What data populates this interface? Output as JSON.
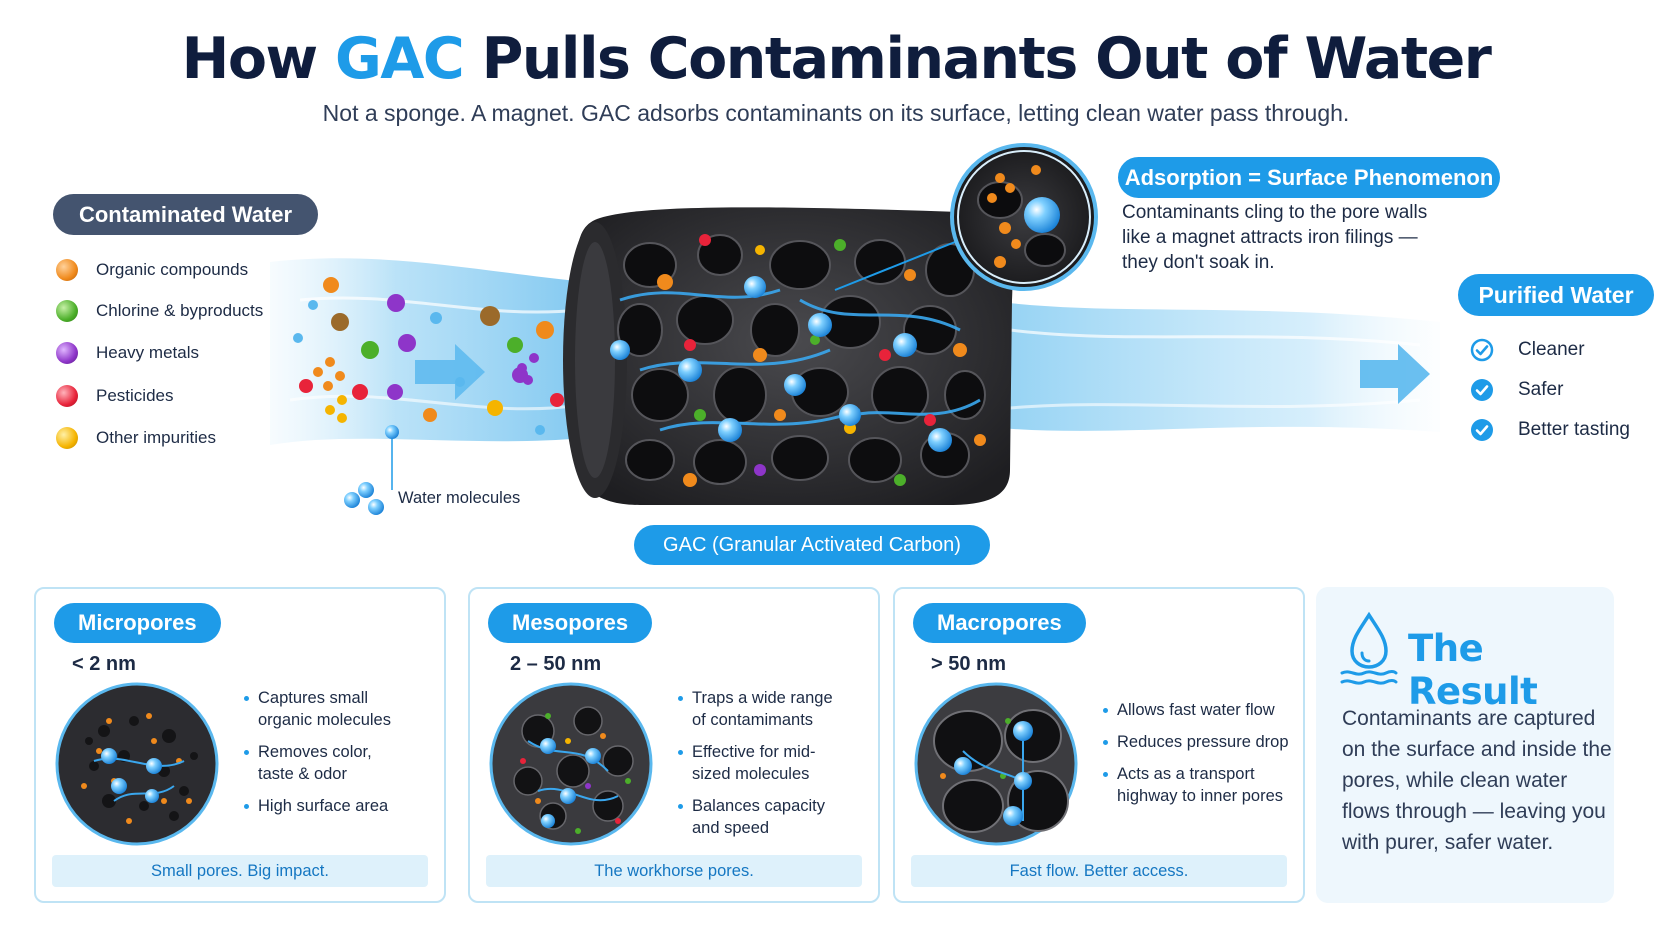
{
  "header": {
    "title_prefix": "How ",
    "title_accent": "GAC",
    "title_suffix": " Pulls Contaminants Out of Water",
    "subtitle": "Not a sponge. A magnet. GAC adsorbs contaminants on its surface, letting clean water pass through."
  },
  "contaminated": {
    "label": "Contaminated Water",
    "items": [
      {
        "label": "Organic compounds",
        "color": "#f08a1c"
      },
      {
        "label": "Chlorine & byproducts",
        "color": "#4caf2a"
      },
      {
        "label": "Heavy metals",
        "color": "#8e35c9"
      },
      {
        "label": "Pesticides",
        "color": "#e8233a"
      },
      {
        "label": "Other impurities",
        "color": "#f5b400"
      }
    ],
    "water_molecules_label": "Water molecules"
  },
  "gac_label": "GAC (Granular Activated Carbon)",
  "adsorption": {
    "title": "Adsorption = Surface Phenomenon",
    "lines": [
      "Contaminants cling to the pore walls",
      "like a magnet attracts iron filings —",
      "they don't soak in."
    ]
  },
  "purified": {
    "label": "Purified Water",
    "items": [
      "Cleaner",
      "Safer",
      "Better tasting"
    ]
  },
  "pores": [
    {
      "title": "Micropores",
      "size": "< 2 nm",
      "bullets": [
        "Captures small organic molecules",
        "Removes color, taste & odor",
        "High surface area"
      ],
      "footer": "Small pores. Big impact."
    },
    {
      "title": "Mesopores",
      "size": "2 – 50 nm",
      "bullets": [
        "Traps a wide range of contamimants",
        "Effective for mid-sized molecules",
        "Balances capacity and speed"
      ],
      "footer": "The workhorse pores."
    },
    {
      "title": "Macropores",
      "size": "> 50 nm",
      "bullets": [
        "Allows fast water flow",
        "Reduces pressure drop",
        "Acts as a transport highway to inner pores"
      ],
      "footer": "Fast flow. Better access."
    }
  ],
  "result": {
    "title": "The Result",
    "text": "Contaminants are captured on the surface and inside the pores, while clean water flows through — leaving you with purer, safer water."
  },
  "colors": {
    "accent": "#1e9be8",
    "navy": "#0f1d3d",
    "dark_pill": "#44546f",
    "water": "#bfe3f7",
    "carbon": "#2d2d30"
  },
  "icons": [
    "check-circle-icon",
    "water-drop-icon",
    "flow-arrow-icon",
    "water-molecule-icon"
  ]
}
